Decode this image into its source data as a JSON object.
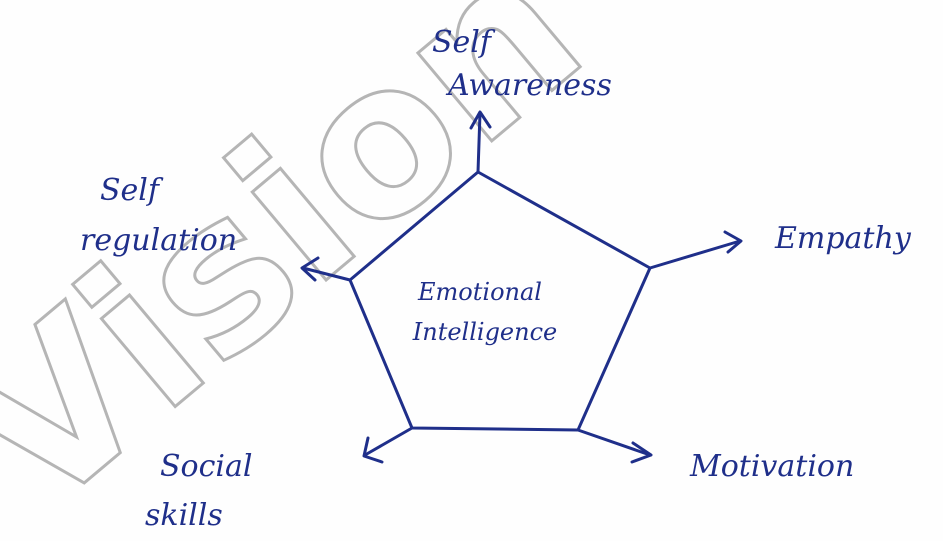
{
  "diagram": {
    "center": {
      "line1": "Emotional",
      "line2": "Intelligence"
    },
    "nodes": {
      "top": {
        "line1": "Self",
        "line2": "Awareness"
      },
      "left": {
        "line1": "Self",
        "line2": "regulation"
      },
      "right": {
        "line1": "Empathy"
      },
      "bottom_right": {
        "line1": "Motivation"
      },
      "bottom_left": {
        "line1": "Social",
        "line2": "skills"
      }
    }
  },
  "watermark": {
    "text": "Vision IAS"
  },
  "colors": {
    "ink": "#1f2f8a",
    "watermark": "#b5b5b5",
    "background": "#fefefe"
  }
}
